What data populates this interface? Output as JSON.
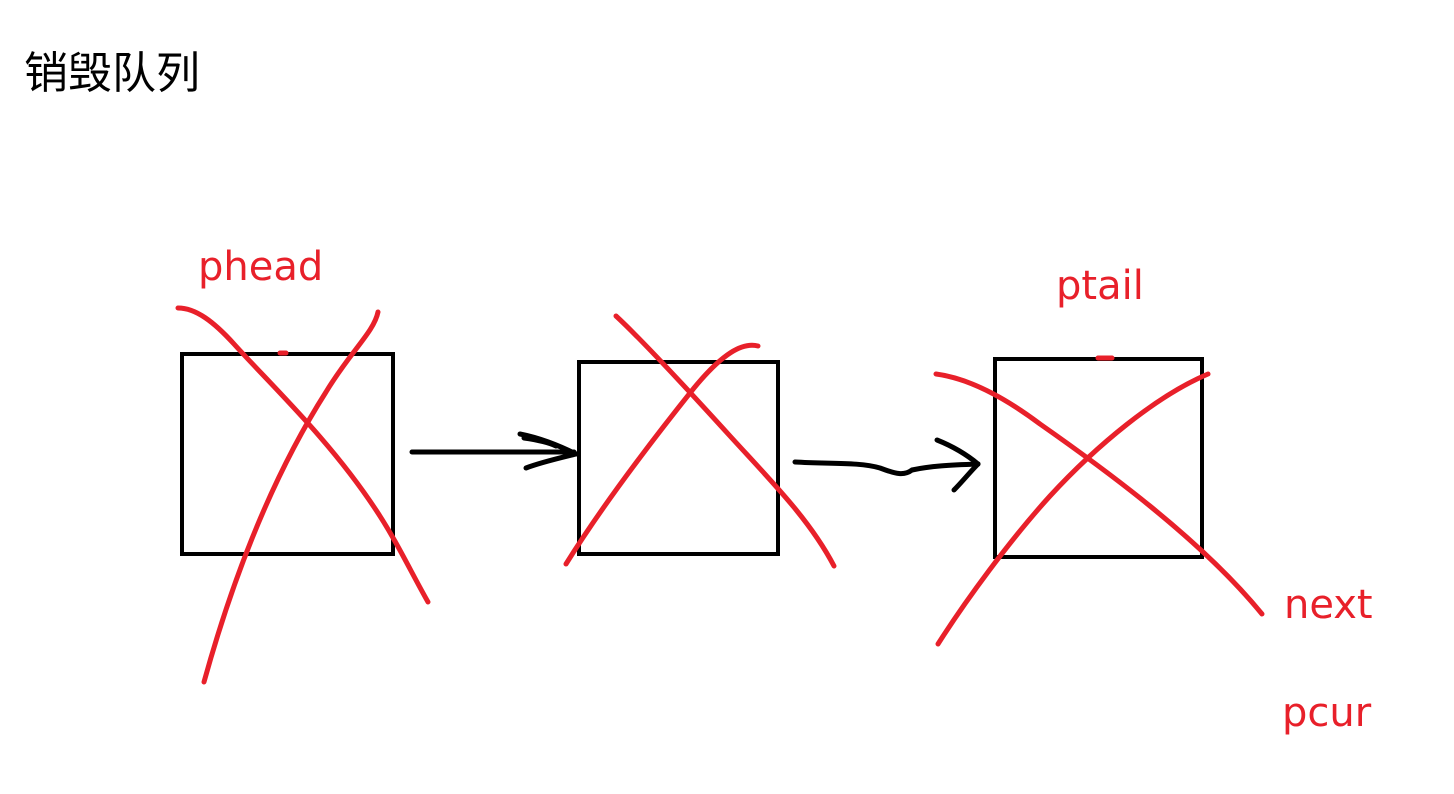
{
  "title": "销毁队列",
  "labels": {
    "phead": "phead",
    "ptail": "ptail",
    "next": "next",
    "pcur": "pcur"
  },
  "colors": {
    "ink": "#000000",
    "annotation": "#e8202a",
    "background": "#ffffff"
  },
  "nodes": [
    {
      "id": "node-1",
      "crossed_out": true
    },
    {
      "id": "node-2",
      "crossed_out": true
    },
    {
      "id": "node-3",
      "crossed_out": true
    }
  ]
}
